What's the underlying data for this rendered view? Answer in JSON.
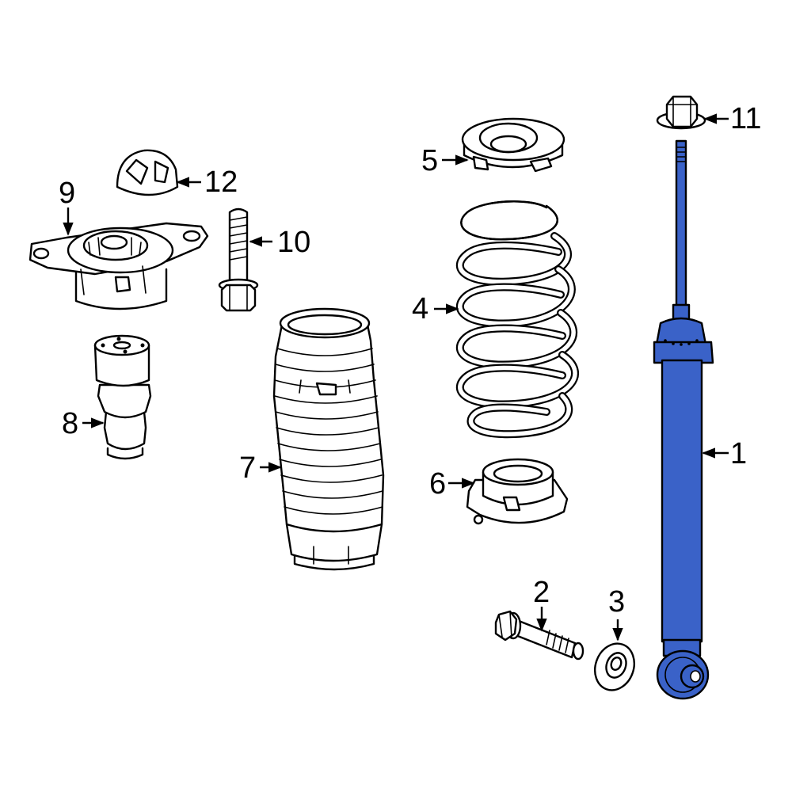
{
  "diagram": {
    "highlight_color": "#3a62c8",
    "callouts": [
      {
        "id": "1",
        "label": "1"
      },
      {
        "id": "2",
        "label": "2"
      },
      {
        "id": "3",
        "label": "3"
      },
      {
        "id": "4",
        "label": "4"
      },
      {
        "id": "5",
        "label": "5"
      },
      {
        "id": "6",
        "label": "6"
      },
      {
        "id": "7",
        "label": "7"
      },
      {
        "id": "8",
        "label": "8"
      },
      {
        "id": "9",
        "label": "9"
      },
      {
        "id": "10",
        "label": "10"
      },
      {
        "id": "11",
        "label": "11"
      },
      {
        "id": "12",
        "label": "12"
      }
    ]
  }
}
